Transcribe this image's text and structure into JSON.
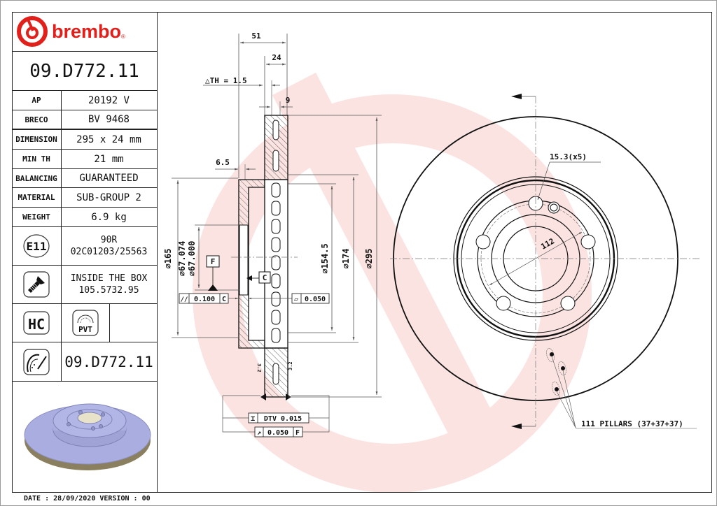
{
  "brand": {
    "name": "brembo",
    "registered_mark": "®",
    "color": "#e2201b"
  },
  "part_number": "09.D772.11",
  "specs": [
    {
      "label": "AP",
      "value": "20192 V"
    },
    {
      "label": "BRECO",
      "value": "BV 9468"
    },
    {
      "label": "DIMENSION",
      "value": "295 x 24 mm"
    },
    {
      "label": "MIN TH",
      "value": "21 mm"
    },
    {
      "label": "BALANCING",
      "value": "GUARANTEED"
    },
    {
      "label": "MATERIAL",
      "value": "SUB-GROUP 2"
    },
    {
      "label": "WEIGHT",
      "value": "6.9 kg"
    }
  ],
  "approval": {
    "icon_label": "E11",
    "line1": "90R",
    "line2": "02C01203/25563"
  },
  "screws": {
    "line1": "INSIDE THE BOX",
    "line2": "105.5732.95"
  },
  "badges": {
    "hc": "HC",
    "pvt": "PVT"
  },
  "bottom_part_number": "09.D772.11",
  "footer": "DATE : 28/09/2020 VERSION : 00",
  "section_view": {
    "dim_total_width": "51",
    "dim_thickness": "24",
    "delta_th": "△TH = 1.5",
    "dim_vent": "9",
    "dim_hat": "6.5",
    "dia_165": "⌀165",
    "dia_bore_max": "⌀67.074",
    "dia_bore_min": "⌀67.000",
    "dia_154_5": "⌀154.5",
    "dia_174": "⌀174",
    "dia_295": "⌀295",
    "datum_f": "F",
    "datum_c": "C",
    "tol_parallel": {
      "symbol": "//",
      "value": "0.100",
      "datum": "C"
    },
    "tol_flatness": {
      "symbol": "▱",
      "value": "0.050"
    },
    "tol_dtv": {
      "symbol": "⌶",
      "value": "DTV 0.015"
    },
    "tol_runout": {
      "symbol": "↗",
      "value": "0.050",
      "datum": "F"
    },
    "surface_finish": "3.2"
  },
  "front_view": {
    "bolt_hole": "15.3(x5)",
    "pcd": "112",
    "pillars": "111 PILLARS (37+37+37)"
  },
  "colors": {
    "watermark": "#fbe3e1",
    "line": "#111111",
    "dim_line": "#555555",
    "disc_render": "#a9addf"
  }
}
